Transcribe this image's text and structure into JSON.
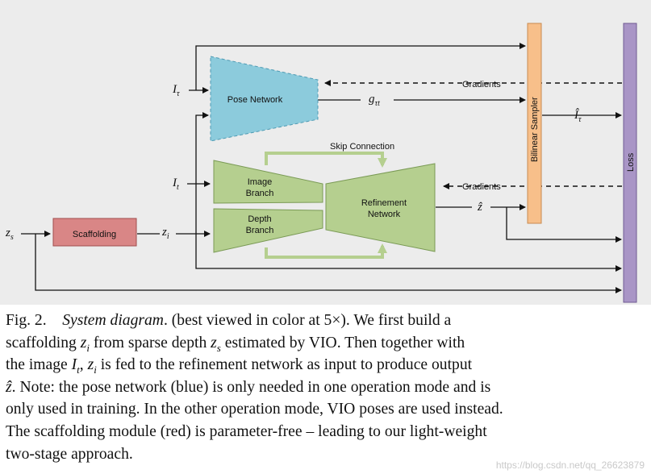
{
  "diagram": {
    "pose_network": "Pose Network",
    "image_branch": [
      "Image",
      "Branch"
    ],
    "depth_branch": [
      "Depth",
      "Branch"
    ],
    "refinement_network": [
      "Refinement",
      "Network"
    ],
    "scaffolding": "Scaffolding",
    "skip_connection": "Skip Connection",
    "gradients_top": "Gradients",
    "gradients_mid": "Gradients",
    "bilinear_sampler": "Bilinear Sampler",
    "loss": "Loss",
    "symbols": {
      "I_tau": {
        "base": "I",
        "sub": "τ"
      },
      "I_t": {
        "base": "I",
        "sub": "t"
      },
      "z_s": {
        "base": "z",
        "sub": "s"
      },
      "z_i": {
        "base": "z",
        "sub": "i"
      },
      "g_tau_t": {
        "base": "g",
        "sub": "τt"
      },
      "I_hat_tau": {
        "base": "Î",
        "sub": "τ"
      },
      "z_hat": {
        "base": "ẑ",
        "sub": ""
      }
    },
    "colors": {
      "pose": "#8ccbdc",
      "green": "#b5cf8f",
      "green_stroke": "#7a9a55",
      "scaffolding": "#d98686",
      "bilinear": "#f7bf8a",
      "loss": "#a995c6",
      "skip_arrow": "#b5cf8f"
    }
  },
  "caption": {
    "fig_label": "Fig. 2.",
    "title": "System diagram",
    "l1_a": ". (best viewed in color at 5×). We first build a",
    "l2_a": "scaffolding ",
    "l2_b": " from sparse depth ",
    "l2_c": " estimated by VIO. Then together with",
    "l3_a": "the image ",
    "l3_b": ", ",
    "l3_c": " is fed to the refinement network as input to produce output",
    "l4_a": "ẑ",
    "l4_b": ". Note: the pose network (blue) is only needed in one operation mode and is",
    "l5": "only used in training. In the other operation mode, VIO poses are used instead.",
    "l6": "The scaffolding module (red) is parameter-free – leading to our light-weight",
    "l7": "two-stage approach.",
    "sym_z": "z",
    "sub_i": "i",
    "sub_s": "s",
    "sym_I": "I",
    "sub_t": "t"
  },
  "watermark": "https://blog.csdn.net/qq_26623879"
}
